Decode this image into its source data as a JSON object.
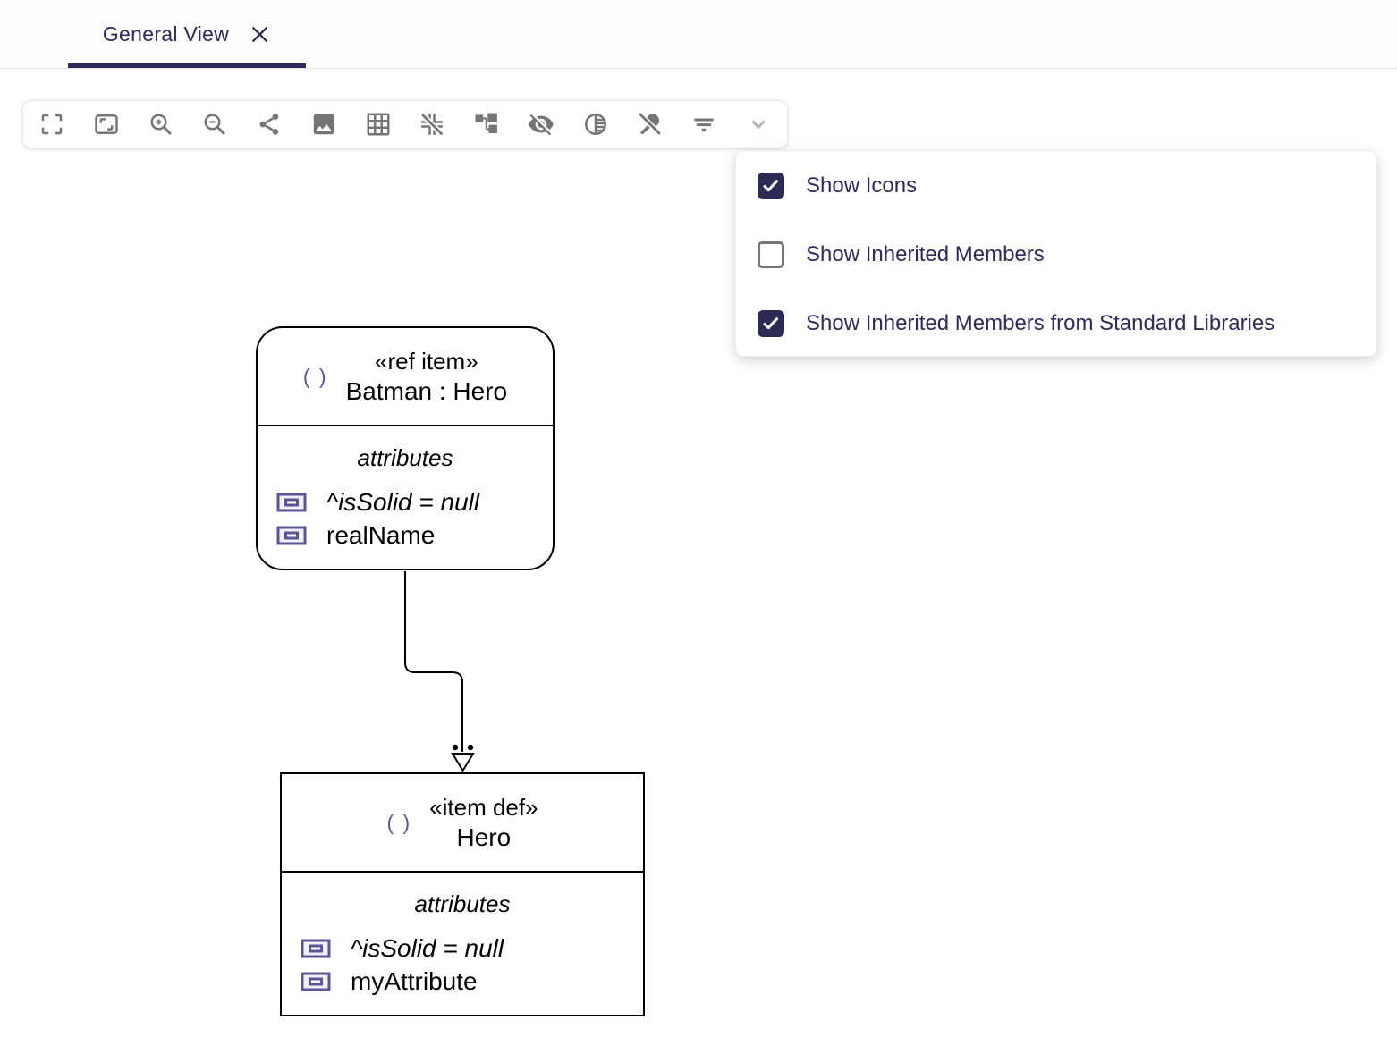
{
  "tab": {
    "label": "General View"
  },
  "toolbar": {
    "icons": [
      "fullscreen",
      "fit-to-screen",
      "zoom-in",
      "zoom-out",
      "share",
      "export-image",
      "grid",
      "snap-to-grid-off",
      "arrange-all",
      "hide-elements",
      "fade-elements",
      "unpin-elements",
      "filter",
      "expand-more"
    ]
  },
  "filter_menu": {
    "items": [
      {
        "label": "Show Icons",
        "checked": true
      },
      {
        "label": "Show Inherited Members",
        "checked": false
      },
      {
        "label": "Show Inherited Members from Standard Libraries",
        "checked": true
      }
    ]
  },
  "diagram": {
    "nodes": [
      {
        "stereotype": "«ref item»",
        "name": "Batman : Hero",
        "icon_label": "( )",
        "compartment_label": "attributes",
        "attributes": [
          {
            "text": "^isSolid = null",
            "inherited": true
          },
          {
            "text": "realName",
            "inherited": false
          }
        ]
      },
      {
        "stereotype": "«item def»",
        "name": "Hero",
        "icon_label": "( )",
        "compartment_label": "attributes",
        "attributes": [
          {
            "text": "^isSolid = null",
            "inherited": true
          },
          {
            "text": "myAttribute",
            "inherited": false
          }
        ]
      }
    ],
    "edge": {
      "source": "Batman : Hero",
      "target": "Hero",
      "kind": "defined-by-arrow"
    }
  },
  "colors": {
    "accent": "#2e2a5c",
    "toolbar_icon": "#757575",
    "node_icon_purple": "#5b5496",
    "checkbox_checked": "#2e2a56"
  }
}
